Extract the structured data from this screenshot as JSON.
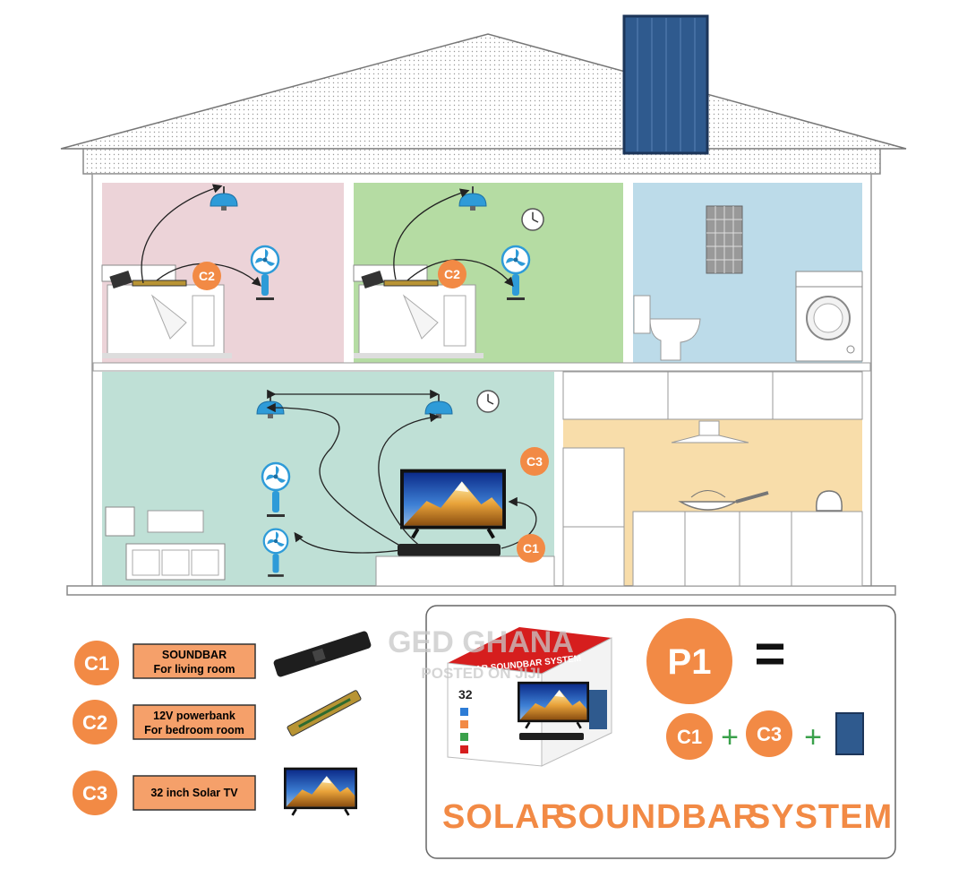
{
  "colors": {
    "orange": "#f28a45",
    "label_box": "#f5a06a",
    "pink_room": "#ecd3d8",
    "green_room": "#b5dca3",
    "blue_room": "#bcdbe9",
    "living_room": "#bfe0d6",
    "kitchen": "#f8ddaa",
    "lamp_blue": "#2e9bd8",
    "solar_panel": "#2f5a8e"
  },
  "house": {
    "callouts": {
      "bedroom1": "C2",
      "bedroom2": "C2",
      "living_tv": "C3",
      "living_soundbar": "C1"
    }
  },
  "legend": {
    "items": [
      {
        "code": "C1",
        "line1": "SOUNDBAR",
        "line2": "For living room",
        "icon": "soundbar-icon"
      },
      {
        "code": "C2",
        "line1": "12V powerbank",
        "line2": "For bedroom room",
        "icon": "powerbank-icon"
      },
      {
        "code": "C3",
        "line1": "32 inch Solar TV",
        "line2": "",
        "icon": "tv-icon"
      }
    ]
  },
  "package": {
    "code": "P1",
    "equals": "=",
    "formula": [
      "C1",
      "+",
      "C3",
      "+"
    ],
    "box_title": "SOLAR SOUNDBAR SYSTEM",
    "box_size": "32",
    "title_words": [
      "SOLAR",
      "SOUNDBAR",
      "SYSTEM"
    ]
  },
  "watermark": {
    "line1": "GED GHANA",
    "line2": "POSTED ON JIJI"
  }
}
